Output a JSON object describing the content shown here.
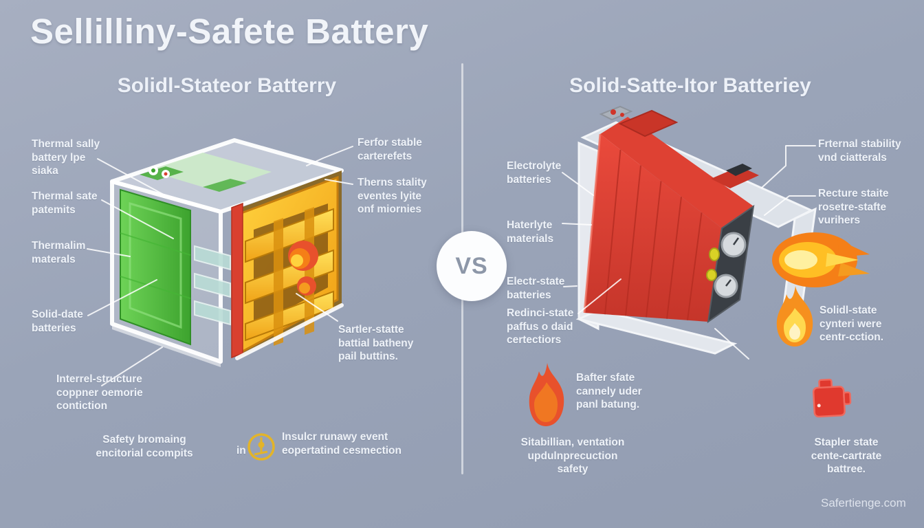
{
  "page": {
    "title": "Sellilliny-Safete  Battery",
    "vs_label": "VS",
    "watermark": "Safertienge.com",
    "colors": {
      "background": "#9aa4b8",
      "safe_green": "#55c341",
      "cell_yellow": "#f5b81f",
      "danger_red": "#e23b30",
      "flame_orange": "#f57f17",
      "label_text": "#eef2f8"
    }
  },
  "left_panel": {
    "heading": "Solidl-Stateor Batterry",
    "callouts": [
      {
        "id": "thermal-sally",
        "text": "Thermal sally\nbattery lpe\nsiaka"
      },
      {
        "id": "thermal-sate",
        "text": "Thermal sate\npatemits"
      },
      {
        "id": "thermalim",
        "text": "Thermalim\nmaterals"
      },
      {
        "id": "solid-date",
        "text": "Solid-date\nbatteries"
      },
      {
        "id": "ferfor-stable",
        "text": "Ferfor stable\ncarterefets"
      },
      {
        "id": "therns-stality",
        "text": "Therns stality\neventes lyite\nonf miornies"
      },
      {
        "id": "sartler-statte",
        "text": "Sartler-statte\nbattial batheny\npail buttins."
      },
      {
        "id": "interrel-structure",
        "text": "Interrel-structure\ncoppner oemorie\ncontiction"
      },
      {
        "id": "safety-bromaing",
        "text": "Safety bromaing\nencitorial ccompits"
      },
      {
        "id": "insulcr-runawy",
        "prefix": "in",
        "text": "Insulcr runawy event\neopertatind cesmection",
        "icon": "warning-circle-icon"
      }
    ]
  },
  "right_panel": {
    "heading": "Solid-Satte-Itor Batteriey",
    "callouts": [
      {
        "id": "electrolyte-batteries",
        "text": "Electrolyte\nbatteries"
      },
      {
        "id": "haterlyte-materials",
        "text": "Haterlyte\nmaterials"
      },
      {
        "id": "electr-state-batteries",
        "text": "Electr-state\nbatteries"
      },
      {
        "id": "redinci-state",
        "text": "Redinci-state\npaffus o daid\ncertectiors"
      },
      {
        "id": "frternal-stability",
        "text": "Frternal stability\nvnd ciatterals"
      },
      {
        "id": "recture-staite",
        "text": "Recture staite\nrosetre-stafte\nvurihers"
      },
      {
        "id": "solidl-state-cynteri",
        "text": "Solidl-state\ncynteri were\ncentr-cction."
      },
      {
        "id": "bafter-sfate",
        "text": "Bafter sfate\ncannely uder\npanl batung.",
        "icon": "flame-icon"
      },
      {
        "id": "sitabillian",
        "text": "Sitabillian, ventation\nupdulnprecuction\nsafety"
      },
      {
        "id": "stapler-state",
        "text": "Stapler state\ncente-cartrate\nbattree.",
        "icon": "red-battery-icon"
      }
    ]
  }
}
